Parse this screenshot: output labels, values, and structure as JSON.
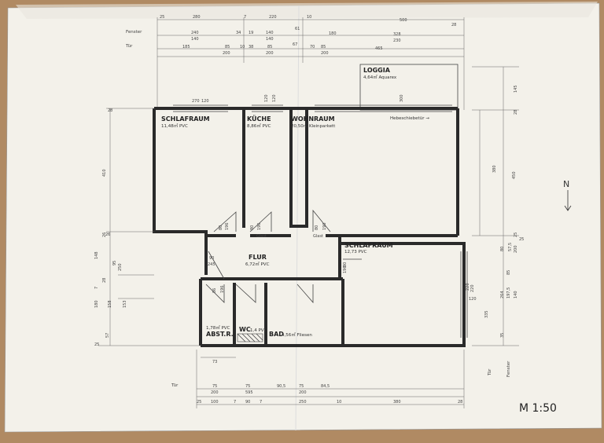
{
  "plan": {
    "scale": "M 1:50",
    "north": "N",
    "rows": {
      "top_window": "Fenster",
      "top_door": "Tür",
      "bottom_door": "Tür",
      "right_door": "Tür",
      "right_window": "Fenster"
    },
    "rooms": [
      {
        "name": "LOGGIA",
        "area": "4,64㎡ Aquarex"
      },
      {
        "name": "SCHLAFRAUM",
        "area": "11,48㎡ PVC"
      },
      {
        "name": "KÜCHE",
        "area": "8,86㎡ PVC"
      },
      {
        "name": "WOHNRAUM",
        "area": "20,50㎡ Kleinparkett"
      },
      {
        "name": "SCHLAFRAUM",
        "area": "12,73 PVC"
      },
      {
        "name": "FLUR",
        "area": "6,72㎡ PVC"
      },
      {
        "name": "ABST.R.",
        "area": "1,78㎡ PVC"
      },
      {
        "name": "WC",
        "area": "1,4 PVC"
      },
      {
        "name": "BAD",
        "area": "4,56㎡ Fliesen"
      }
    ],
    "notes": {
      "hebeschiebe": "Hebeschiebetür →",
      "glass_left": "Glast",
      "glass_right": "Glast"
    },
    "dims_top": [
      "25",
      "280",
      "7",
      "220",
      "10",
      "28",
      "240",
      "34",
      "19",
      "140",
      "61",
      "180",
      "328",
      "140",
      "140",
      "230",
      "185",
      "85",
      "10",
      "38",
      "85",
      "67",
      "70",
      "85",
      "465",
      "200",
      "200",
      "200",
      "500"
    ],
    "dims_bottom": [
      "73",
      "75",
      "75",
      "90,5",
      "75",
      "84,5",
      "200",
      "595",
      "200",
      "25",
      "100",
      "7",
      "90",
      "7",
      "250",
      "10",
      "380",
      "28"
    ],
    "dims_misc": [
      "270",
      "120",
      "120",
      "120",
      "300",
      "220",
      "28",
      "26",
      "410",
      "26",
      "148",
      "28",
      "95",
      "250",
      "7",
      "180",
      "158",
      "153",
      "57",
      "25",
      "80",
      "196",
      "80",
      "196",
      "80",
      "196",
      "90",
      "245",
      "80",
      "196",
      "86",
      "196",
      "145",
      "28",
      "380",
      "450",
      "25",
      "57,5",
      "85",
      "80",
      "200",
      "264",
      "197,5",
      "140",
      "335",
      "35",
      "220",
      "120",
      "25"
    ]
  }
}
